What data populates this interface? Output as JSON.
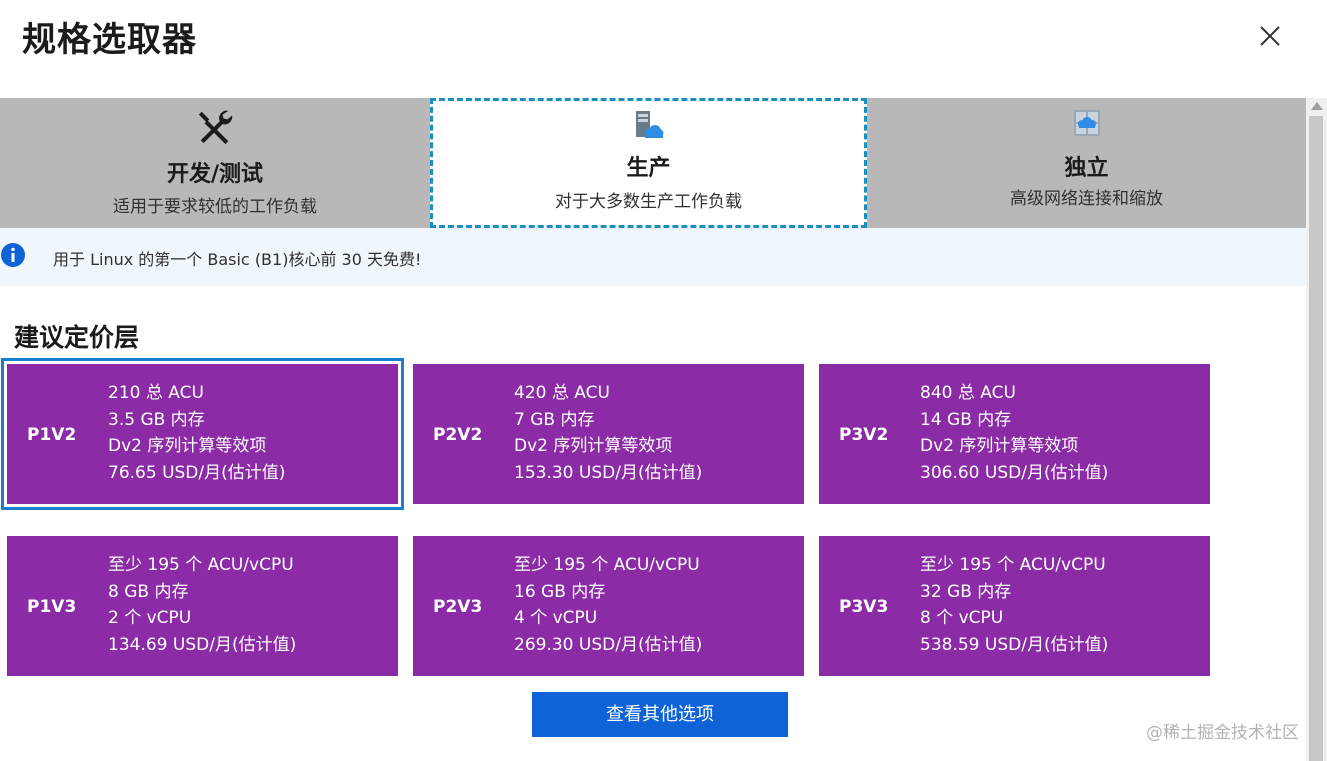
{
  "title": "规格选取器",
  "tabs": [
    {
      "name": "开发/测试",
      "desc": "适用于要求较低的工作负载",
      "icon": "tools-icon"
    },
    {
      "name": "生产",
      "desc": "对于大多数生产工作负载",
      "icon": "server-cloud-icon"
    },
    {
      "name": "独立",
      "desc": "高级网络连接和缩放",
      "icon": "isolated-network-icon"
    }
  ],
  "info": {
    "text": "用于 Linux 的第一个 Basic (B1)核心前 30 天免费!"
  },
  "section_title": "建议定价层",
  "cards": [
    {
      "name": "P1V2",
      "lines": [
        "210 总 ACU",
        "3.5 GB 内存",
        "Dv2 序列计算等效项",
        "76.65 USD/月(估计值)"
      ],
      "selected": true
    },
    {
      "name": "P2V2",
      "lines": [
        "420 总 ACU",
        "7 GB 内存",
        "Dv2 序列计算等效项",
        "153.30 USD/月(估计值)"
      ]
    },
    {
      "name": "P3V2",
      "lines": [
        "840 总 ACU",
        "14 GB 内存",
        "Dv2 序列计算等效项",
        "306.60 USD/月(估计值)"
      ]
    },
    {
      "name": "P1V3",
      "lines": [
        "至少 195 个 ACU/vCPU",
        "8 GB 内存",
        "2 个 vCPU",
        "134.69 USD/月(估计值)"
      ]
    },
    {
      "name": "P2V3",
      "lines": [
        "至少 195 个 ACU/vCPU",
        "16 GB 内存",
        "4 个 vCPU",
        "269.30 USD/月(估计值)"
      ]
    },
    {
      "name": "P3V3",
      "lines": [
        "至少 195 个 ACU/vCPU",
        "32 GB 内存",
        "8 个 vCPU",
        "538.59 USD/月(估计值)"
      ]
    }
  ],
  "more_button": "查看其他选项",
  "watermark": "@稀土掘金技术社区",
  "colors": {
    "card": "#8b2ba6",
    "accent": "#0f63d6",
    "selected_outline": "#1b7fd1",
    "tab_bg": "#b8b8b8",
    "info_bg": "#eff6fc"
  }
}
